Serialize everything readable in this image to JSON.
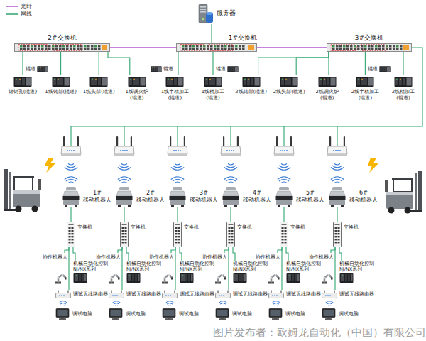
{
  "diagram": {
    "nodes": [
      {
        "text": [
          "服务器"
        ]
      },
      {
        "text": [
          "2#交换机"
        ]
      },
      {
        "text": [
          "1#交换机"
        ]
      },
      {
        "text": [
          "3#交换机"
        ]
      },
      {
        "text": [
          "钻销孔(辊道)"
        ]
      },
      {
        "text": [
          "1线铸部(辊道)"
        ]
      },
      {
        "text": [
          "1线头部(辊道)"
        ]
      },
      {
        "text": [
          "1线调火炉(辊道)"
        ]
      },
      {
        "text": [
          "1线半精加工(辊道)"
        ]
      },
      {
        "text": [
          "1线精加工(辊道)"
        ]
      },
      {
        "text": [
          "2线铸部(辊道)"
        ]
      },
      {
        "text": [
          "2线头部(辊道)"
        ]
      },
      {
        "text": [
          "2线调火炉(辊道)"
        ]
      },
      {
        "text": [
          "2线半精加工(辊道)"
        ]
      },
      {
        "text": [
          "2线精加工(辊道)"
        ]
      },
      {
        "text": [
          "1# 移动机器人"
        ]
      },
      {
        "text": [
          "2# 移动机器人"
        ]
      },
      {
        "text": [
          "3# 移动机器人"
        ]
      },
      {
        "text": [
          "4# 移动机器人"
        ]
      },
      {
        "text": [
          "5# 移动机器人"
        ]
      },
      {
        "text": [
          "6# 移动机器人"
        ]
      },
      {
        "text": [
          "交换机"
        ]
      },
      {
        "text": [
          "交换机"
        ]
      },
      {
        "text": [
          "交换机"
        ]
      },
      {
        "text": [
          "交换机"
        ]
      },
      {
        "text": [
          "交换机"
        ]
      },
      {
        "text": [
          "交换机"
        ]
      },
      {
        "text": [
          "协作机器人"
        ]
      },
      {
        "text": [
          "机械自动化控制 NJ/NX系列"
        ]
      },
      {
        "text": [
          "协作机器人"
        ]
      },
      {
        "text": [
          "机械自动化控制 NJ/NX系列"
        ]
      },
      {
        "text": [
          "协作机器人"
        ]
      },
      {
        "text": [
          "机械自动化控制 NJ/NX系列"
        ]
      },
      {
        "text": [
          "协作机器人"
        ]
      },
      {
        "text": [
          "机械自动化控制 NJ/NX系列"
        ]
      },
      {
        "text": [
          "协作机器人"
        ]
      },
      {
        "text": [
          "机械自动化控制 NJ/NX系列"
        ]
      },
      {
        "text": [
          "协作机器人"
        ]
      },
      {
        "text": [
          "机械自动化控制 NJ/NX系列"
        ]
      },
      {
        "text": [
          "调试无线路由器"
        ]
      },
      {
        "text": [
          "调试无线路由器"
        ]
      },
      {
        "text": [
          "调试无线路由器"
        ]
      },
      {
        "text": [
          "调试无线路由器"
        ]
      },
      {
        "text": [
          "调试无线路由器"
        ]
      },
      {
        "text": [
          "调试无线路由器"
        ]
      },
      {
        "text": [
          "调试电脑"
        ]
      },
      {
        "text": [
          "调试电脑"
        ]
      },
      {
        "text": [
          "调试电脑"
        ]
      },
      {
        "text": [
          "调试电脑"
        ]
      },
      {
        "text": [
          "调试电脑"
        ]
      },
      {
        "text": [
          "调试电脑"
        ]
      }
    ],
    "edges": [
      {
        "from": 0,
        "to": 2,
        "arrow": "none"
      },
      {
        "from": 1,
        "to": 2,
        "arrow": "none"
      },
      {
        "from": 2,
        "to": 3,
        "arrow": "none"
      },
      {
        "from": 1,
        "to": 4,
        "arrow": "none"
      },
      {
        "from": 1,
        "to": 5,
        "arrow": "none"
      },
      {
        "from": 1,
        "to": 6,
        "arrow": "none"
      },
      {
        "from": 1,
        "to": 7,
        "arrow": "none"
      },
      {
        "from": 2,
        "to": 8,
        "arrow": "none"
      },
      {
        "from": 2,
        "to": 9,
        "arrow": "none"
      },
      {
        "from": 3,
        "to": 10,
        "arrow": "none"
      },
      {
        "from": 3,
        "to": 11,
        "arrow": "none"
      },
      {
        "from": 3,
        "to": 12,
        "arrow": "none"
      },
      {
        "from": 3,
        "to": 13,
        "arrow": "none"
      },
      {
        "from": 3,
        "to": 14,
        "arrow": "none"
      },
      {
        "from": 15,
        "to": 21,
        "arrow": "none"
      },
      {
        "from": 16,
        "to": 22,
        "arrow": "none"
      },
      {
        "from": 17,
        "to": 23,
        "arrow": "none"
      },
      {
        "from": 18,
        "to": 24,
        "arrow": "none"
      },
      {
        "from": 19,
        "to": 25,
        "arrow": "none"
      },
      {
        "from": 20,
        "to": 26,
        "arrow": "none"
      },
      {
        "from": 21,
        "to": 27,
        "arrow": "none"
      },
      {
        "from": 21,
        "to": 28,
        "arrow": "none"
      },
      {
        "from": 21,
        "to": 39,
        "arrow": "none"
      },
      {
        "from": 22,
        "to": 29,
        "arrow": "none"
      },
      {
        "from": 22,
        "to": 30,
        "arrow": "none"
      },
      {
        "from": 22,
        "to": 40,
        "arrow": "none"
      },
      {
        "from": 23,
        "to": 31,
        "arrow": "none"
      },
      {
        "from": 23,
        "to": 32,
        "arrow": "none"
      },
      {
        "from": 23,
        "to": 41,
        "arrow": "none"
      },
      {
        "from": 24,
        "to": 33,
        "arrow": "none"
      },
      {
        "from": 24,
        "to": 34,
        "arrow": "none"
      },
      {
        "from": 24,
        "to": 42,
        "arrow": "none"
      },
      {
        "from": 25,
        "to": 35,
        "arrow": "none"
      },
      {
        "from": 25,
        "to": 36,
        "arrow": "none"
      },
      {
        "from": 25,
        "to": 43,
        "arrow": "none"
      },
      {
        "from": 26,
        "to": 37,
        "arrow": "none"
      },
      {
        "from": 26,
        "to": 38,
        "arrow": "none"
      },
      {
        "from": 26,
        "to": 44,
        "arrow": "none"
      }
    ],
    "labels": [
      "辊道",
      "辊道",
      "辊道",
      "辊道",
      "图片发布者：欧姆龙自动化（中国）有限公司"
    ],
    "legend": [
      {
        "text": "光纤"
      },
      {
        "text": "网线"
      }
    ]
  }
}
